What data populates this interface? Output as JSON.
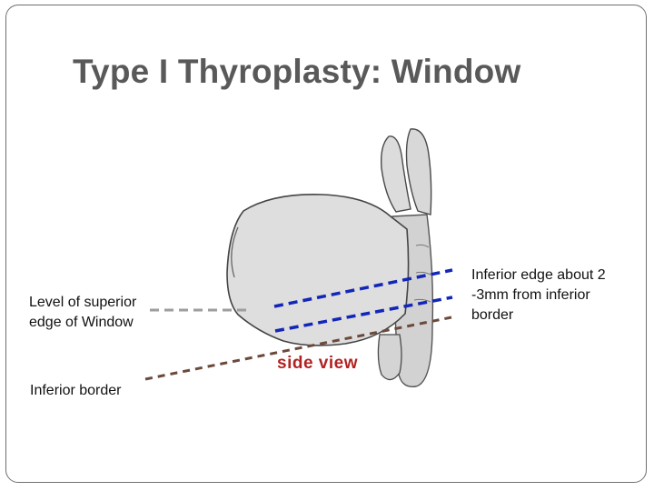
{
  "slide": {
    "title": "Type I Thyroplasty: Window"
  },
  "labels": {
    "superior_edge": [
      "Level of superior",
      "edge of Window"
    ],
    "inferior_border": "Inferior border",
    "inferior_edge_note": [
      "Inferior edge about 2",
      "-3mm from inferior",
      "border"
    ]
  },
  "illustration": {
    "caption": "side view"
  },
  "colors": {
    "title": "#595959",
    "blue_dashes": "#1226b8",
    "brown_dashes": "#6b4a3c",
    "gray_dashes": "#9e9e9e",
    "caption": "#b22222"
  }
}
